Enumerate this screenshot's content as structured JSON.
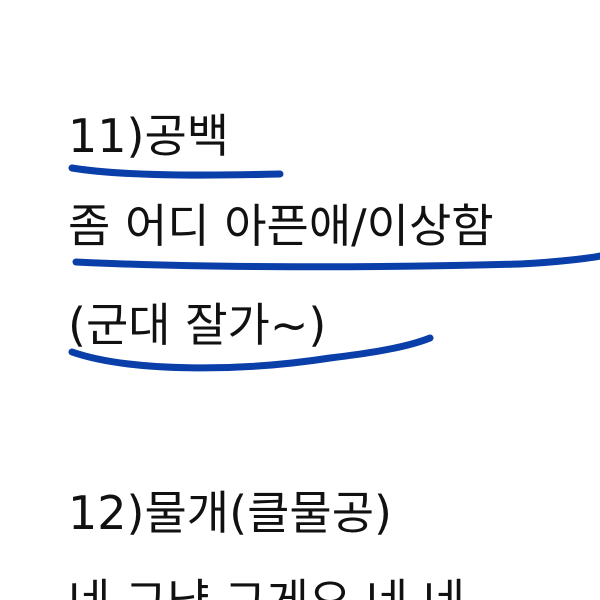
{
  "note": {
    "lines": [
      "11)공백",
      "좀 어디 아픈애/이상함",
      "(군대 잘가~)",
      "12)물개(클물공)",
      "네 그냥 그게요 네  네"
    ]
  },
  "colors": {
    "text": "#111111",
    "highlight_ink": "#0a3ea8",
    "background": "#ffffff"
  }
}
